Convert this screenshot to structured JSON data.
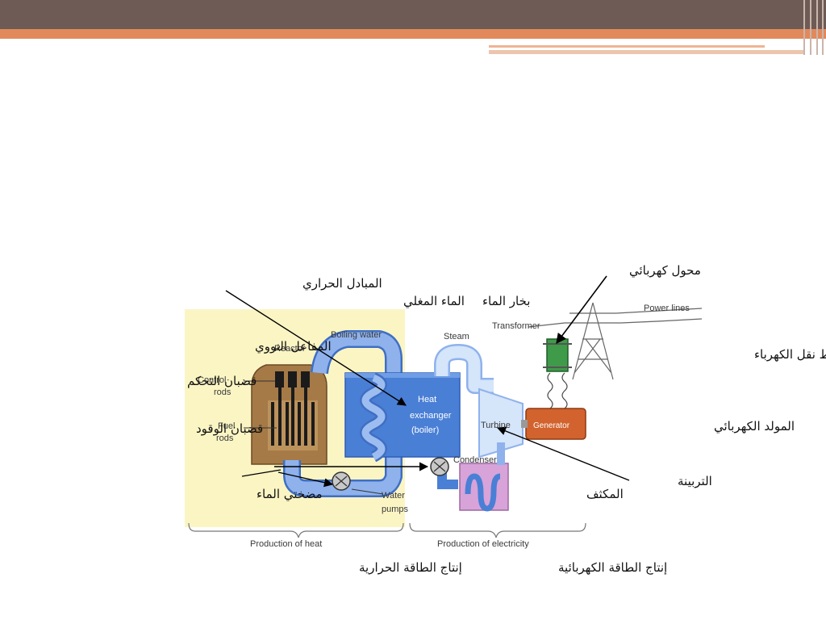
{
  "labels_ar": {
    "heat_exchanger": "المبادل الحراري",
    "boiling_water": "الماء المغلي",
    "steam": "بخار الماء",
    "transformer": "محول كهربائي",
    "power_lines": "خطوط نقل الكهرباء",
    "reactor": "المفاعل النووي",
    "control_rods": "قضبان التحكم",
    "fuel_rods": "قضبان الوقود",
    "water_pumps": "مضختي الماء",
    "generator": "المولد الكهربائي",
    "turbine": "التربينة",
    "condenser": "المكثف",
    "heat_production": "إنتاج الطاقة الحرارية",
    "electricity_production": "إنتاج الطاقة الكهربائية"
  },
  "labels_en": {
    "reactor": "Reactor",
    "boiling_water": "Boiling water",
    "steam": "Steam",
    "transformer": "Transformer",
    "power_lines": "Power lines",
    "control_rods_1": "Control",
    "control_rods_2": "rods",
    "fuel_rods_1": "Fuel",
    "fuel_rods_2": "rods",
    "heat_exchanger_1": "Heat",
    "heat_exchanger_2": "exchanger",
    "heat_exchanger_3": "(boiler)",
    "turbine": "Turbine",
    "generator": "Generator",
    "condenser": "Condenser",
    "water_pumps_1": "Water",
    "water_pumps_2": "pumps",
    "production_heat": "Production of heat",
    "production_electricity": "Production of electricity"
  },
  "colors": {
    "header_bar": "#6e5b55",
    "header_stripe": "#e2895c",
    "heat_zone": "#fbf5c4",
    "reactor": "#a57a47",
    "water": "#4a7fd6",
    "pipe": "#8fb2ec",
    "steam_pipe": "#c7dcf7",
    "generator": "#d2632e",
    "transformer": "#3f9a4a",
    "condenser": "#d8a3d8"
  }
}
